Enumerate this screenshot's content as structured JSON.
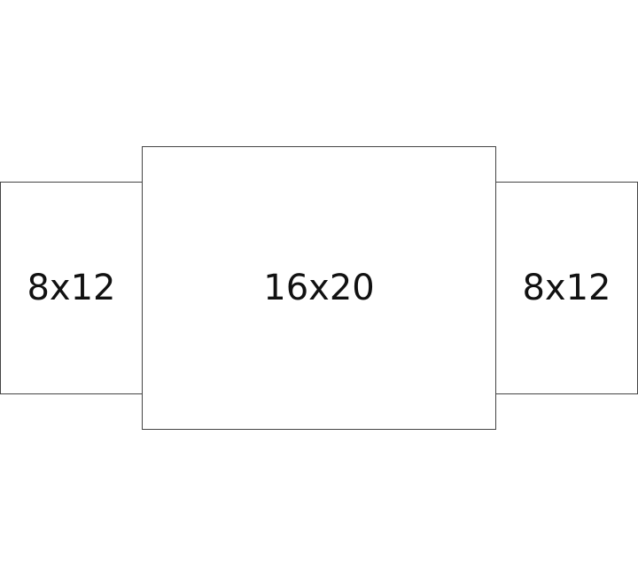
{
  "layout": {
    "frames": [
      {
        "id": "left",
        "label": "8x12"
      },
      {
        "id": "center",
        "label": "16x20"
      },
      {
        "id": "right",
        "label": "8x12"
      }
    ]
  },
  "colors": {
    "border": "#444444",
    "background": "#ffffff",
    "text": "#111111"
  }
}
